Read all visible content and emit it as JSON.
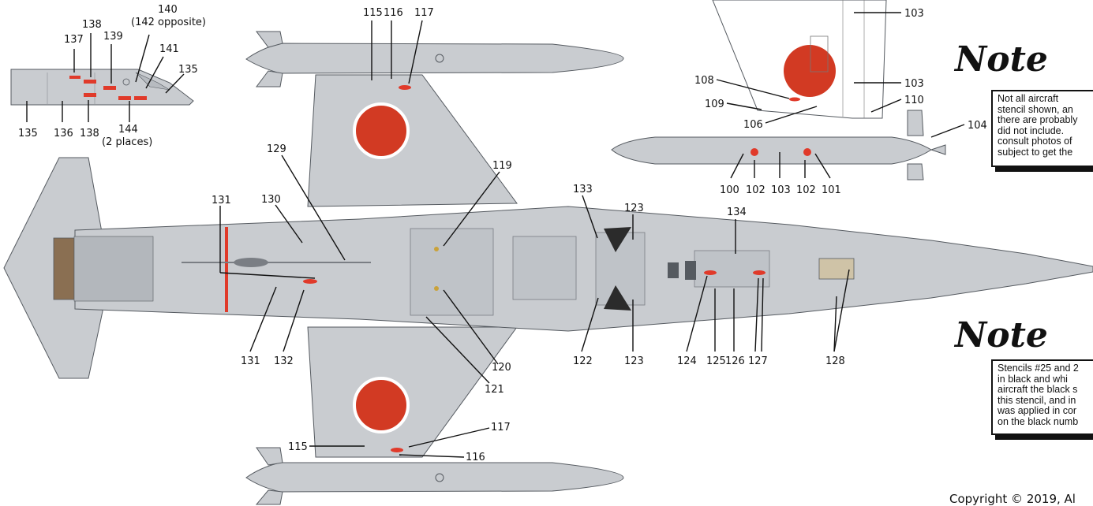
{
  "callouts": {
    "n100": "100",
    "n101": "101",
    "n102a": "102",
    "n102b": "102",
    "n103a": "103",
    "n103b": "103",
    "n103c": "103",
    "n104": "104",
    "n106": "106",
    "n108": "108",
    "n109": "109",
    "n110": "110",
    "n115a": "115",
    "n115b": "115",
    "n116a": "116",
    "n116b": "116",
    "n117a": "117",
    "n117b": "117",
    "n119": "119",
    "n120": "120",
    "n121": "121",
    "n122": "122",
    "n123a": "123",
    "n123b": "123",
    "n124": "124",
    "n125": "125",
    "n126": "126",
    "n127": "127",
    "n128": "128",
    "n129": "129",
    "n130": "130",
    "n131a": "131",
    "n131b": "131",
    "n132": "132",
    "n133": "133",
    "n134": "134",
    "n135a": "135",
    "n135b": "135",
    "n136": "136",
    "n137": "137",
    "n138a": "138",
    "n138b": "138",
    "n139": "139",
    "n140": "140",
    "n140sub": "(142 opposite)",
    "n141": "141",
    "n144": "144",
    "n144sub": "(2 places)"
  },
  "notes": [
    {
      "title": "Note",
      "lines": [
        "Not all aircraft",
        "stencil shown, an",
        "there are probably",
        "did not include.",
        "consult photos of",
        "subject to get the"
      ]
    },
    {
      "title": "Note",
      "lines": [
        "Stencils #25 and 2",
        "in black and whi",
        "aircraft the black s",
        "this stencil, and in",
        "was applied in cor",
        "on the black numb"
      ]
    }
  ],
  "copyright": "Copyright © 2019, Al",
  "colors": {
    "aircraft_gray": "#c9ccd0",
    "panel_dark": "#a9adb2",
    "hinomaru_red": "#d23a23",
    "stencil_red": "#e03a2a",
    "outline": "#555a60"
  }
}
